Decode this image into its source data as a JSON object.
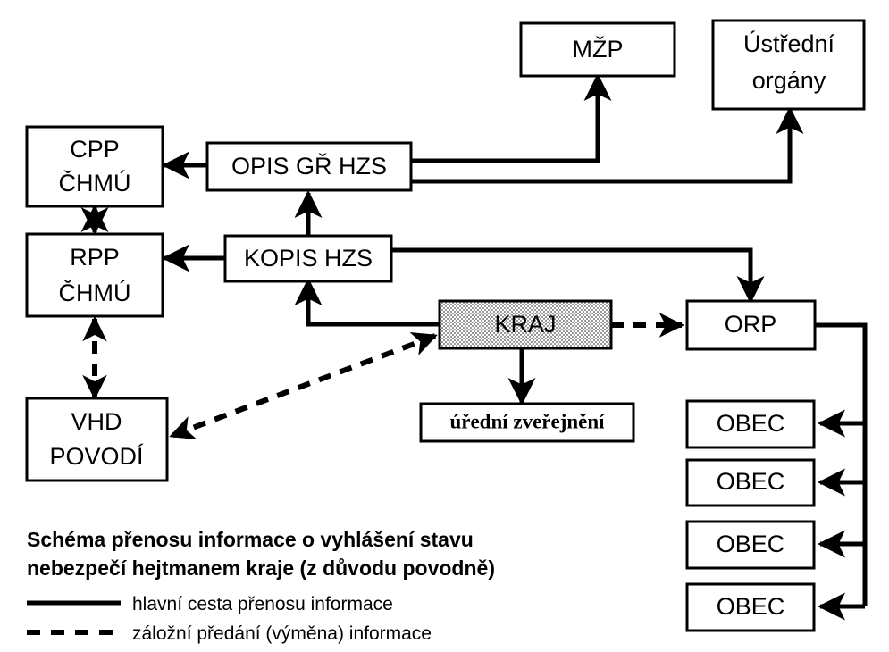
{
  "diagram": {
    "title_line1": "Schéma přenosu informace o vyhlášení stavu",
    "title_line2": "nebezpečí hejtmanem kraje (z důvodu povodně)",
    "nodes": {
      "mzp": {
        "label": "MŽP"
      },
      "ustredni": {
        "line1": "Ústřední",
        "line2": "orgány"
      },
      "cpp": {
        "line1": "CPP",
        "line2": "ČHMÚ"
      },
      "opis": {
        "label": "OPIS GŘ HZS"
      },
      "rpp": {
        "line1": "RPP",
        "line2": "ČHMÚ"
      },
      "kopis": {
        "label": "KOPIS HZS"
      },
      "kraj": {
        "label": "KRAJ"
      },
      "orp": {
        "label": "ORP"
      },
      "urednizverejneni": {
        "label": "úřední zveřejnění"
      },
      "vhd": {
        "line1": "VHD",
        "line2": "POVODÍ"
      },
      "obec1": {
        "label": "OBEC"
      },
      "obec2": {
        "label": "OBEC"
      },
      "obec3": {
        "label": "OBEC"
      },
      "obec4": {
        "label": "OBEC"
      }
    },
    "legend": {
      "solid_label": "hlavní cesta přenosu informace",
      "dashed_label": "záložní předání (výměna) informace"
    },
    "colors": {
      "stroke": "#000000",
      "background": "#ffffff",
      "shaded_fill": "#b8b8b8"
    }
  }
}
